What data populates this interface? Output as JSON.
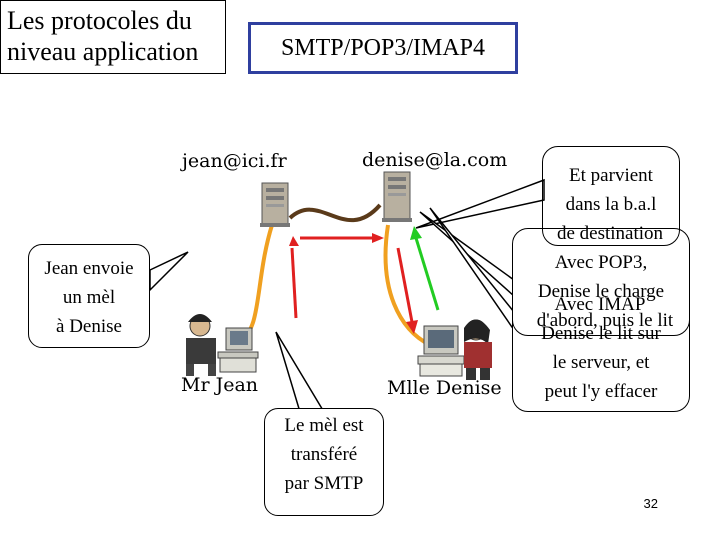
{
  "title": {
    "line1": "Les protocoles du",
    "line2": "niveau application"
  },
  "protocol_box": "SMTP/POP3/IMAP4",
  "hosts": {
    "sender_address": "jean@ici.fr",
    "receiver_address": "denise@la.com"
  },
  "users": {
    "sender_name": "Mr Jean",
    "receiver_name": "Mlle Denise"
  },
  "bubbles": {
    "jean_sends": [
      "Jean envoie",
      "un mèl",
      "à Denise"
    ],
    "smtp_transfer": [
      "Le mèl est",
      "transféré",
      "par SMTP"
    ],
    "arrives": [
      "Et parvient",
      "dans la b.a.l",
      "de destination"
    ],
    "pop3": [
      "Avec POP3,",
      "Denise le charge",
      "d'abord, puis le lit"
    ],
    "imap": [
      "Avec IMAP",
      "Denise le lit sur",
      "le serveur, et",
      "peut l'y effacer"
    ]
  },
  "colors": {
    "proto_border": "#2f3f9f",
    "link_red": "#e02020",
    "link_green": "#22cc22",
    "link_orange": "#f0a020",
    "cable_brown": "#5a3a1a"
  },
  "page_number": "32"
}
